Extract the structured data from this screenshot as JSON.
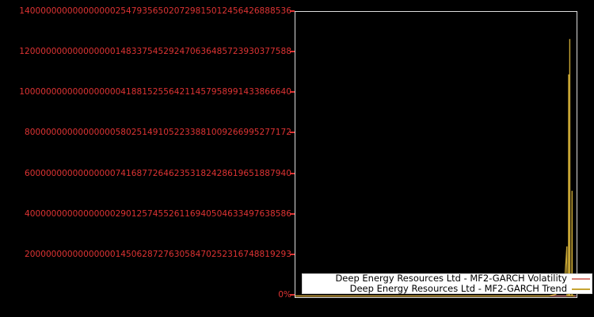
{
  "figure": {
    "background": "#000000"
  },
  "plot": {
    "background": "#000000",
    "border_color": "#dcdcdc"
  },
  "yaxis": {
    "color": "#dd3333",
    "labels": [
      "140000000000000000254793565020729815012456426888536",
      "120000000000000000148337545292470636485723930377588",
      "100000000000000000041881525564211457958991433866640",
      "80000000000000000580251491052233881009266995277172",
      "60000000000000000741687726462353182428619651887940",
      "40000000000000000290125745526116940504633497638586",
      "20000000000000000145062872763058470252316748819293",
      "0%"
    ]
  },
  "legend": {
    "entries": [
      {
        "label": "Deep Energy Resources Ltd - MF2-GARCH Volatility",
        "color": "#d97f77"
      },
      {
        "label": "Deep Energy Resources Ltd - MF2-GARCH Trend",
        "color": "#c7a534"
      }
    ]
  },
  "chart_data": {
    "type": "line",
    "title": "",
    "xlabel": "",
    "ylabel": "",
    "ylim": [
      0,
      1.4e+50
    ],
    "ytick_labels": [
      "0%",
      "20000000000000000145062872763058470252316748819293",
      "40000000000000000290125745526116940504633497638586",
      "60000000000000000741687726462353182428619651887940",
      "80000000000000000580251491052233881009266995277172",
      "100000000000000000041881525564211457958991433866640",
      "120000000000000000148337545292470636485723930377588",
      "140000000000000000254793565020729815012456426888536"
    ],
    "xtick_labels": [],
    "grid": false,
    "legend_position": "lower right",
    "series": [
      {
        "name": "Deep Energy Resources Ltd - MF2-GARCH Volatility",
        "color": "#d97f77",
        "points": [
          [
            0,
            0
          ],
          [
            0.999,
            0
          ]
        ]
      },
      {
        "name": "Deep Energy Resources Ltd - MF2-GARCH Trend",
        "color": "#c7a534",
        "points": [
          [
            0,
            0
          ],
          [
            0.9,
            0
          ],
          [
            0.925,
            8e+47
          ],
          [
            0.945,
            3e+48
          ],
          [
            0.958,
            8e+48
          ],
          [
            0.9655,
            2.45e+49
          ],
          [
            0.9662,
            1e+47
          ],
          [
            0.9712,
            1e+47
          ],
          [
            0.9718,
            1.095e+50
          ],
          [
            0.9724,
            1e+47
          ],
          [
            0.975,
            1e+47
          ],
          [
            0.9757,
            1.27e+50
          ],
          [
            0.9763,
            1e+47
          ],
          [
            0.9832,
            1e+47
          ],
          [
            0.9839,
            5.2e+49
          ],
          [
            0.9846,
            1e+47
          ],
          [
            0.992,
            0
          ]
        ]
      }
    ]
  }
}
